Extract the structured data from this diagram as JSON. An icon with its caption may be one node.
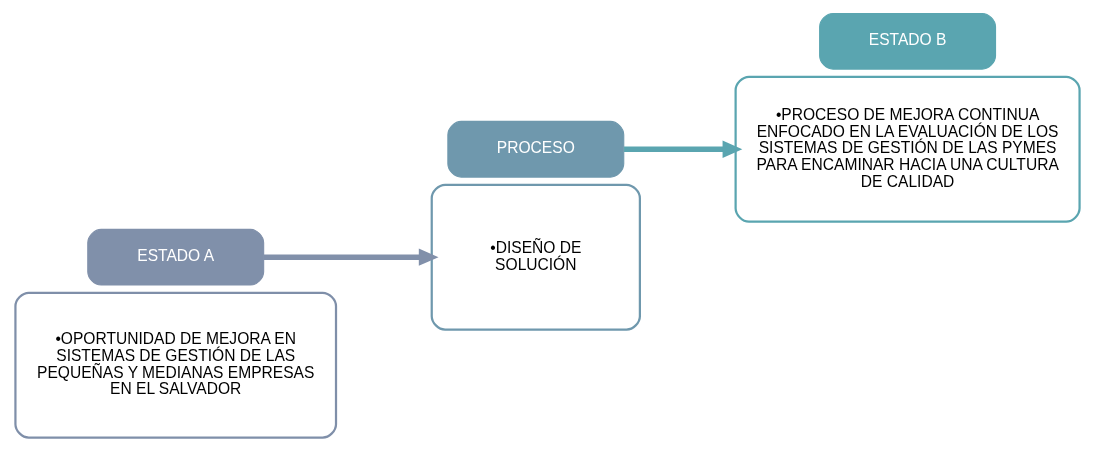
{
  "diagram": {
    "nodes": [
      {
        "text": [
          "•OPORTUNIDAD DE MEJORA EN SISTEMAS DE GESTIÓN DE LAS PEQUEÑAS Y MEDIANAS EMPRESAS EN EL SALVADOR"
        ]
      },
      {
        "text": [
          "ESTADO A"
        ]
      },
      {
        "text": [
          "PROCESO"
        ]
      },
      {
        "text": [
          "•DISEÑO DE SOLUCIÓN"
        ]
      },
      {
        "text": [
          "•PROCESO DE MEJORA CONTINUA ENFOCADO EN LA EVALUACIÓN DE LOS SISTEMAS DE GESTIÓN DE LAS PYMES PARA ENCAMINAR HACIA UNA CULTURA DE CALIDAD"
        ]
      },
      {
        "text": [
          "ESTADO B"
        ]
      }
    ],
    "edges": [
      {
        "from": 1,
        "to": 3,
        "arrow": "to",
        "color": "#8190aa"
      },
      {
        "from": 2,
        "to": 4,
        "arrow": "to",
        "color": "#5aa5b0"
      }
    ]
  }
}
